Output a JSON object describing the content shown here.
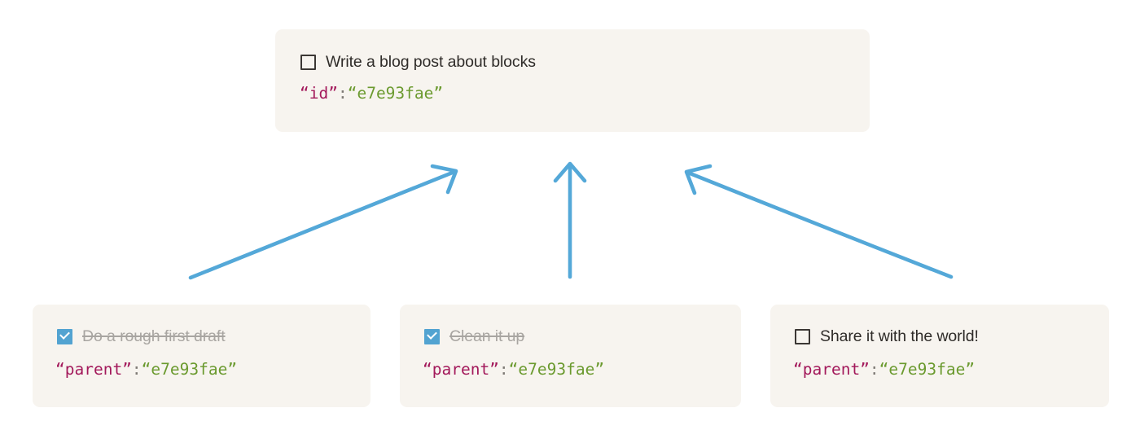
{
  "theme": {
    "page_background": "#ffffff",
    "card_background": "#f7f4ef",
    "checkbox_checked_color": "#52a3d1",
    "checkbox_unchecked_border": "#3b3734",
    "arrow_color": "#54a8d8",
    "json_key_color": "#a3195b",
    "json_value_color": "#6b9a2f",
    "task_text_color": "#2f2c29",
    "task_done_text_color": "#a8a5a1"
  },
  "parent_card": {
    "checkbox_state": "unchecked",
    "checkbox_icon": "checkbox-empty-icon",
    "task_label": "Write a blog post about blocks",
    "json_key": "“id”",
    "json_colon": ":",
    "json_value": "“e7e93fae”"
  },
  "child_cards": [
    {
      "checkbox_state": "checked",
      "checkbox_icon": "checkbox-checked-icon",
      "task_label": "Do a rough first draft",
      "json_key": "“parent”",
      "json_colon": ":",
      "json_value": "“e7e93fae”"
    },
    {
      "checkbox_state": "checked",
      "checkbox_icon": "checkbox-checked-icon",
      "task_label": "Clean it up",
      "json_key": "“parent”",
      "json_colon": ":",
      "json_value": "“e7e93fae”"
    },
    {
      "checkbox_state": "unchecked",
      "checkbox_icon": "checkbox-empty-icon",
      "task_label": "Share it with the world!",
      "json_key": "“parent”",
      "json_colon": ":",
      "json_value": "“e7e93fae”"
    }
  ],
  "arrows": [
    {
      "name": "arrow-child-0-to-parent",
      "direction": "up-right"
    },
    {
      "name": "arrow-child-1-to-parent",
      "direction": "up"
    },
    {
      "name": "arrow-child-2-to-parent",
      "direction": "up-left"
    }
  ]
}
